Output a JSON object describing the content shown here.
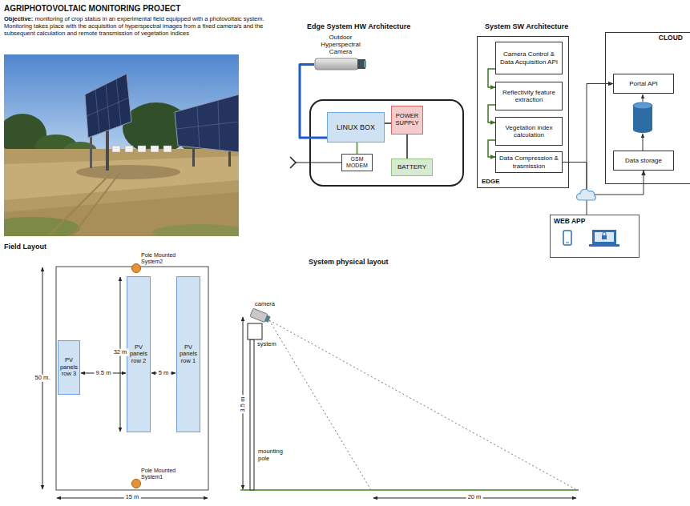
{
  "diagram": {
    "title": "AGRIPHOTOVOLTAIC MONITORING PROJECT",
    "nodes": [
      {
        "text": [
          "Outdoor Hyperspectral Camera"
        ]
      },
      {
        "text": [
          "LINUX BOX"
        ]
      },
      {
        "text": [
          "POWER SUPPLY"
        ]
      },
      {
        "text": [
          "GSM MODEM"
        ]
      },
      {
        "text": [
          "BATTERY"
        ]
      },
      {
        "text": [
          "EDGE"
        ]
      },
      {
        "text": [
          "Camera Control & Data Acquisition API"
        ],
        "in": 5
      },
      {
        "text": [
          "Reflectivity feature extraction"
        ],
        "in": 5
      },
      {
        "text": [
          "Vegetation index calculation"
        ],
        "in": 5
      },
      {
        "text": [
          "Data Compression & trasmission"
        ],
        "in": 5
      },
      {
        "text": [
          "CLOUD"
        ]
      },
      {
        "text": [
          "Portal API"
        ],
        "in": 10
      },
      {
        "text": [
          "Data storage"
        ],
        "in": 10
      },
      {
        "text": [
          "WEB APP"
        ]
      },
      {
        "text": [
          "Pole Mounted System2"
        ]
      },
      {
        "text": [
          "PV panels row 3"
        ]
      },
      {
        "text": [
          "PV panels row 2"
        ]
      },
      {
        "text": [
          "PV panels row 1"
        ]
      },
      {
        "text": [
          "Pole Mounted System1"
        ]
      }
    ],
    "edges": [
      {
        "from": 0,
        "to": 1,
        "arrow": "none"
      },
      {
        "from": 1,
        "to": 3,
        "arrow": "none"
      },
      {
        "from": 1,
        "to": 2,
        "arrow": "none"
      },
      {
        "from": 2,
        "to": 4,
        "arrow": "none"
      },
      {
        "from": 6,
        "to": 7,
        "arrow": "to"
      },
      {
        "from": 7,
        "to": 8,
        "arrow": "to"
      },
      {
        "from": 8,
        "to": 9,
        "arrow": "to"
      },
      {
        "from": 9,
        "to": 12,
        "arrow": "to"
      },
      {
        "from": 13,
        "to": 11,
        "arrow": "to"
      }
    ],
    "labels": [
      "Objective:",
      "monitoring of crop status in an experimental field equipped with a photovoltaic system. Monitoring takes place with the acquisition of hyperspectral images from a fixed camera/s and the subsequent calculation and remote transmission of vegetation indices",
      "Edge System HW Architecture",
      "System SW Architecture",
      "Field Layout",
      "System physical layout",
      "50 m.",
      "32 m",
      "9.5 m",
      "5 m",
      "15 m",
      "camera",
      "system",
      "3.5 m",
      "mounting pole",
      "20 m"
    ]
  }
}
